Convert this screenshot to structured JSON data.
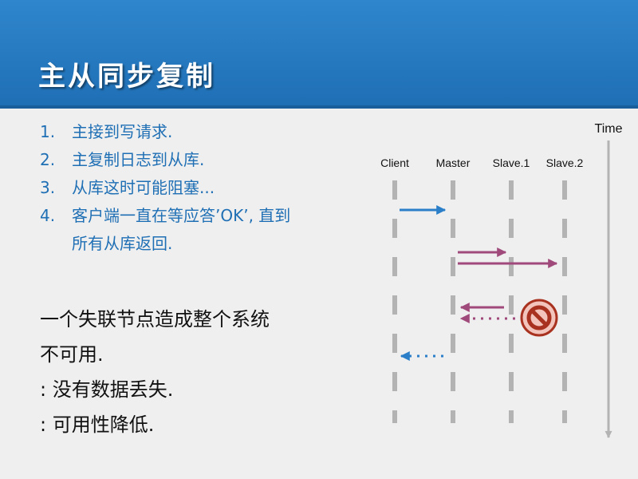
{
  "title": "主从同步复制",
  "steps": [
    {
      "num": "1.",
      "text": "主接到写请求."
    },
    {
      "num": "2.",
      "text": "主复制日志到从库."
    },
    {
      "num": "3.",
      "text": "从库这时可能阻塞..."
    },
    {
      "num": "4.",
      "text": "客户端一直在等应答’OK’, 直到",
      "text2": "所有从库返回."
    }
  ],
  "conclusion": {
    "line1": "一个失联节点造成整个系统",
    "line2": "不可用.",
    "line3": ": 没有数据丢失.",
    "line4": ": 可用性降低."
  },
  "diagram": {
    "time_label": "Time",
    "nodes": [
      "Client",
      "Master",
      "Slave.1",
      "Slave.2"
    ],
    "colors": {
      "timeline": "#b3b3b3",
      "request": "#2b7fc8",
      "replication": "#a04a7c",
      "blocked_icon": "#a8321f",
      "blocked_fill": "#f2c4bb"
    },
    "icons": [
      "blocked-icon"
    ]
  }
}
